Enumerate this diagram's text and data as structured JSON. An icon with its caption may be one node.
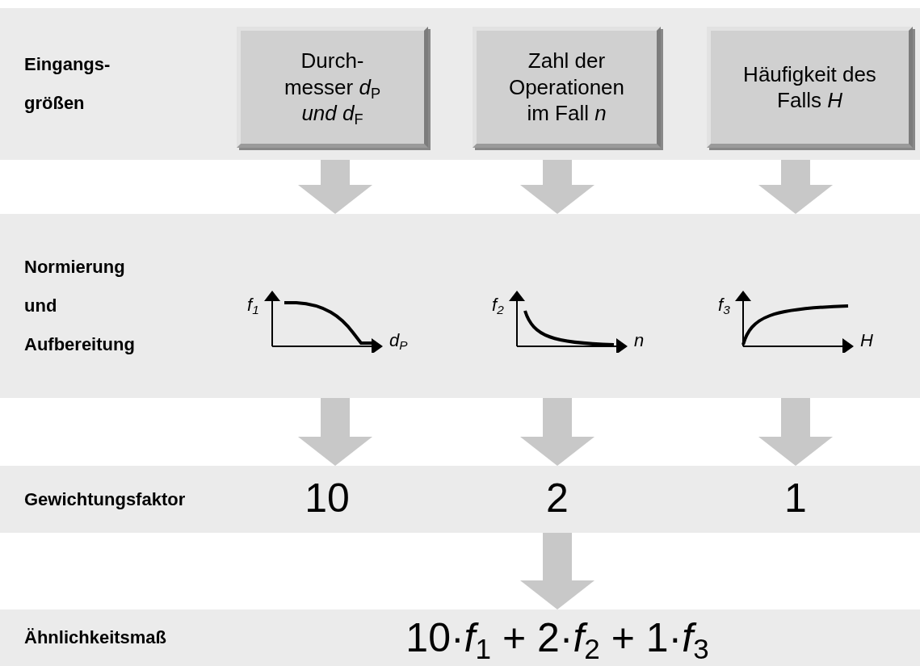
{
  "diagram": {
    "nodes": [
      {
        "text": [
          "Eingangs- größen"
        ]
      },
      {
        "text": [
          "Durch- messer *d*$_{P}$ *und d*$_{F}$"
        ],
        "in": 0
      },
      {
        "text": [
          "Zahl der Operationen im Fall *n*"
        ],
        "in": 0
      },
      {
        "text": [
          "Häufigkeit des Falls *H*"
        ],
        "in": 0
      },
      {
        "text": [
          "Normierung und Aufbereitung"
        ]
      },
      {
        "text": [
          "f$_{1}$",
          "d$_{P}$"
        ],
        "in": 4
      },
      {
        "text": [
          "f$_{2}$",
          "n"
        ],
        "in": 4
      },
      {
        "text": [
          "f$_{3}$",
          "H"
        ],
        "in": 4
      },
      {
        "text": [
          "Gewichtungsfaktor"
        ]
      },
      {
        "text": [
          "10"
        ],
        "in": 8
      },
      {
        "text": [
          "2"
        ],
        "in": 8
      },
      {
        "text": [
          "1"
        ],
        "in": 8
      },
      {
        "text": [
          "Ähnlichkeitsmaß"
        ]
      },
      {
        "text": [
          "10·*f*$_{1}$ + 2·*f*$_{2}$ + 1·*f*$_{3}$"
        ],
        "in": 12
      }
    ],
    "edges": [
      {
        "from": 0,
        "to": 4,
        "arrow": "to"
      },
      {
        "from": 0,
        "to": 4,
        "arrow": "to"
      },
      {
        "from": 0,
        "to": 4,
        "arrow": "to"
      },
      {
        "from": 4,
        "to": 8,
        "arrow": "to"
      },
      {
        "from": 4,
        "to": 8,
        "arrow": "to"
      },
      {
        "from": 4,
        "to": 8,
        "arrow": "to"
      },
      {
        "from": 8,
        "to": 12,
        "arrow": "to"
      }
    ]
  }
}
